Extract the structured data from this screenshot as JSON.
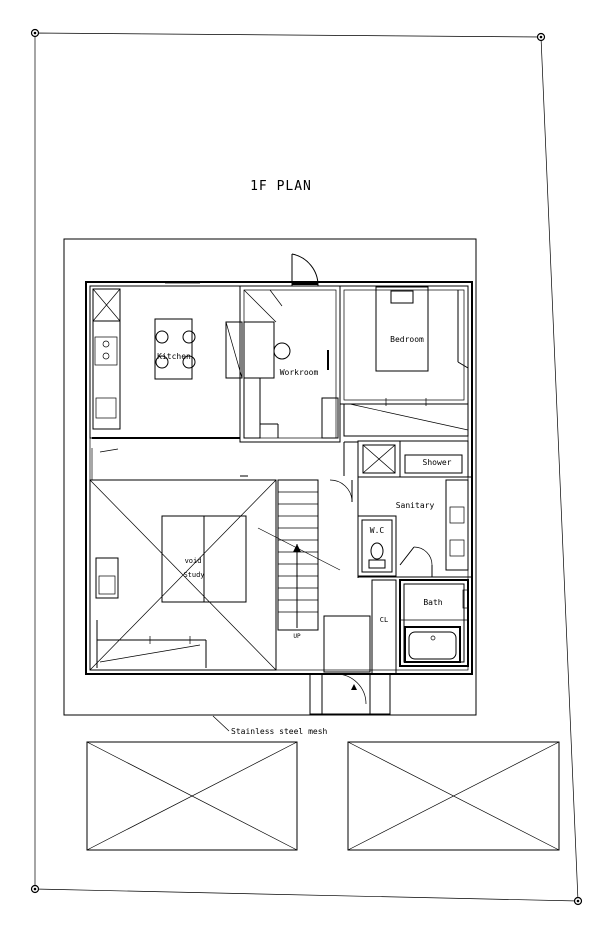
{
  "title": "1F PLAN",
  "rooms": {
    "kitchen": "Kitchen",
    "workroom": "Workroom",
    "bedroom": "Bedroom",
    "shower": "Shower",
    "sanitary": "Sanitary",
    "wc": "W.C",
    "bath": "Bath",
    "void_line1": "void",
    "void_line2": "Study",
    "closet": "CL"
  },
  "labels": {
    "up": "UP",
    "mesh": "Stainless steel mesh"
  }
}
